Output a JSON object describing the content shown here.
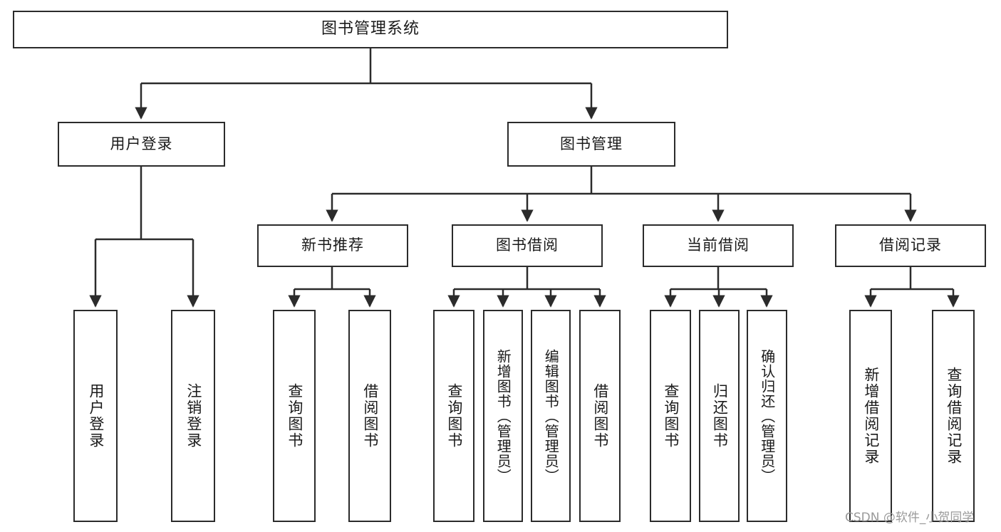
{
  "diagram": {
    "title": "图书管理系统",
    "type": "tree-hierarchy-chart",
    "orientation": "top-down",
    "colors": {
      "box_border": "#2b2b2b",
      "box_fill": "#ffffff",
      "edge": "#2b2b2b",
      "text": "#1a1a1a",
      "watermark": "#9a9a9a",
      "background": "#ffffff"
    },
    "root": {
      "label": "图书管理系统",
      "text_direction": "horizontal"
    },
    "level2": [
      {
        "id": "user-login",
        "label": "用户登录",
        "text_direction": "horizontal"
      },
      {
        "id": "book-manage",
        "label": "图书管理",
        "text_direction": "horizontal"
      }
    ],
    "level3": [
      {
        "id": "new-book-recommend",
        "label": "新书推荐",
        "parent": "book-manage",
        "text_direction": "horizontal"
      },
      {
        "id": "book-borrow",
        "label": "图书借阅",
        "parent": "book-manage",
        "text_direction": "horizontal"
      },
      {
        "id": "current-borrow",
        "label": "当前借阅",
        "parent": "book-manage",
        "text_direction": "horizontal"
      },
      {
        "id": "borrow-record",
        "label": "借阅记录",
        "parent": "book-manage",
        "text_direction": "horizontal"
      }
    ],
    "leaves": [
      {
        "id": "leaf-user-login",
        "label": "用户登录",
        "parent": "user-login",
        "text_direction": "vertical"
      },
      {
        "id": "leaf-logout",
        "label": "注销登录",
        "parent": "user-login",
        "text_direction": "vertical"
      },
      {
        "id": "leaf-query-book-1",
        "label": "查询图书",
        "parent": "new-book-recommend",
        "text_direction": "vertical"
      },
      {
        "id": "leaf-borrow-book-1",
        "label": "借阅图书",
        "parent": "new-book-recommend",
        "text_direction": "vertical"
      },
      {
        "id": "leaf-query-book-2",
        "label": "查询图书",
        "parent": "book-borrow",
        "text_direction": "vertical"
      },
      {
        "id": "leaf-add-book-admin",
        "label": "新增图书（管理员）",
        "parent": "book-borrow",
        "text_direction": "vertical"
      },
      {
        "id": "leaf-edit-book-admin",
        "label": "编辑图书（管理员）",
        "parent": "book-borrow",
        "text_direction": "vertical"
      },
      {
        "id": "leaf-borrow-book-2",
        "label": "借阅图书",
        "parent": "book-borrow",
        "text_direction": "vertical"
      },
      {
        "id": "leaf-query-book-3",
        "label": "查询图书",
        "parent": "current-borrow",
        "text_direction": "vertical"
      },
      {
        "id": "leaf-return-book",
        "label": "归还图书",
        "parent": "current-borrow",
        "text_direction": "vertical"
      },
      {
        "id": "leaf-confirm-return-admin",
        "label": "确认归还（管理员）",
        "parent": "current-borrow",
        "text_direction": "vertical"
      },
      {
        "id": "leaf-add-borrow-record",
        "label": "新增借阅记录",
        "parent": "borrow-record",
        "text_direction": "vertical"
      },
      {
        "id": "leaf-query-borrow-record",
        "label": "查询借阅记录",
        "parent": "borrow-record",
        "text_direction": "vertical"
      }
    ],
    "watermark": "CSDN @软件_小贺同学"
  }
}
